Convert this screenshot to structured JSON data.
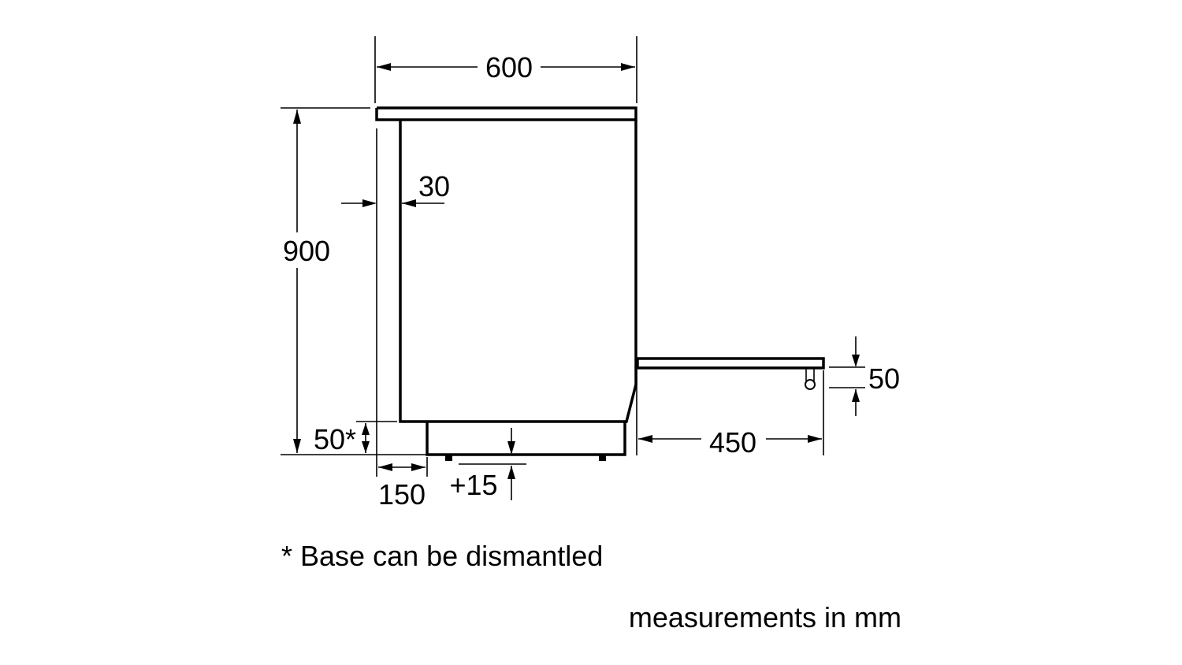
{
  "dimensions": {
    "width": "600",
    "height": "900",
    "wall_gap": "30",
    "base_height": "50*",
    "base_depth": "150",
    "foot_adjust": "+15",
    "door_open": "450",
    "door_thickness": "50"
  },
  "footnote": "* Base can be dismantled",
  "units_note": "measurements in mm"
}
